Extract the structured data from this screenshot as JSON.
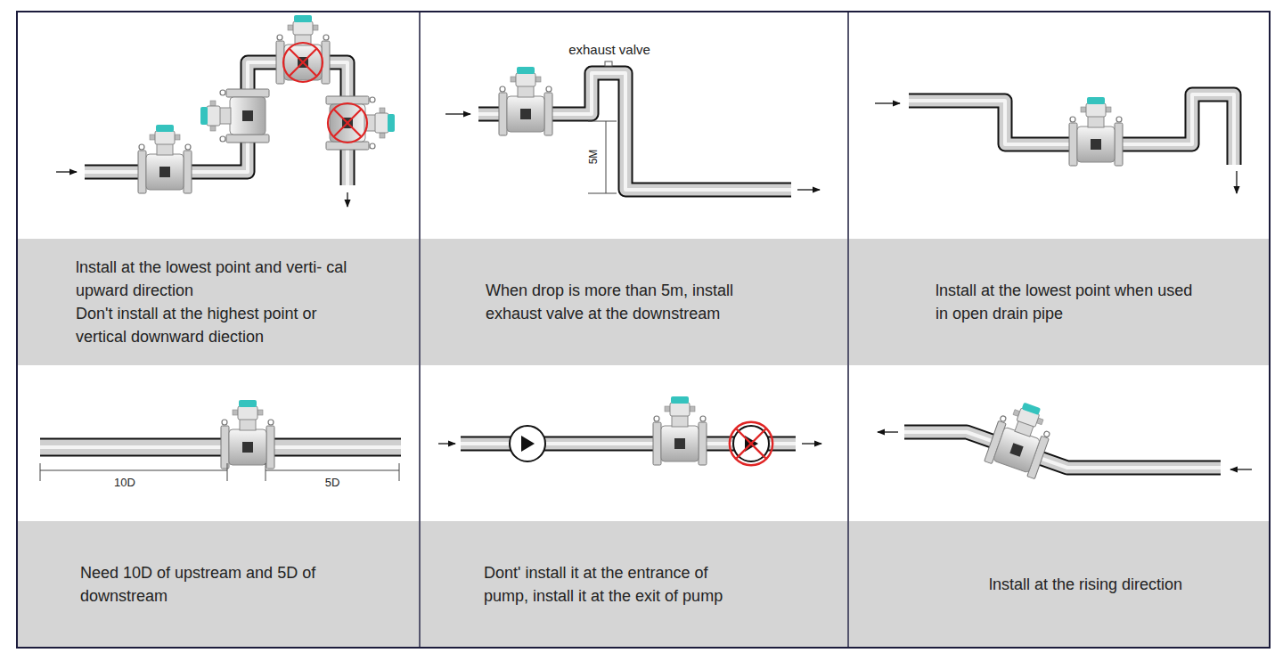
{
  "diagram": {
    "nodes": [
      {
        "text": [
          "lnstall at the lowest point and verti- cal upward direction",
          "Don't install at the highest point or vertical downward diection"
        ]
      },
      {
        "text": [
          "When drop is more than 5m, install exhaust valve at the downstream"
        ]
      },
      {
        "text": [
          "lnstall at the lowest point when used in open drain pipe"
        ]
      },
      {
        "text": [
          "Need 10D of upstream and 5D of downstream"
        ]
      },
      {
        "text": [
          "Dont' install it at the entrance of pump, install it at the exit of pump"
        ]
      },
      {
        "text": [
          "lnstall at the rising direction"
        ]
      }
    ],
    "edges": [],
    "labels": [
      "exhaust valve",
      "5M",
      "10D",
      "5D"
    ]
  }
}
